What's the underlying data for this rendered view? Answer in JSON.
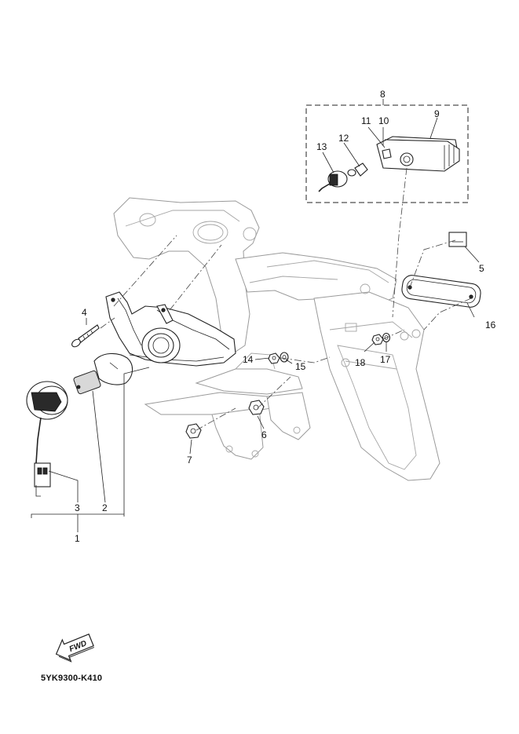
{
  "callouts": {
    "c1": "1",
    "c2": "2",
    "c3": "3",
    "c4": "4",
    "c5": "5",
    "c6": "6",
    "c7": "7",
    "c8": "8",
    "c9": "9",
    "c10": "10",
    "c11": "11",
    "c12": "12",
    "c13": "13",
    "c14": "14",
    "c15": "15",
    "c16": "16",
    "c17": "17",
    "c18": "18"
  },
  "direction_arrow": {
    "label": "FWD",
    "icon": "fwd-arrow-icon"
  },
  "diagram_code": "5YK9300-K410"
}
